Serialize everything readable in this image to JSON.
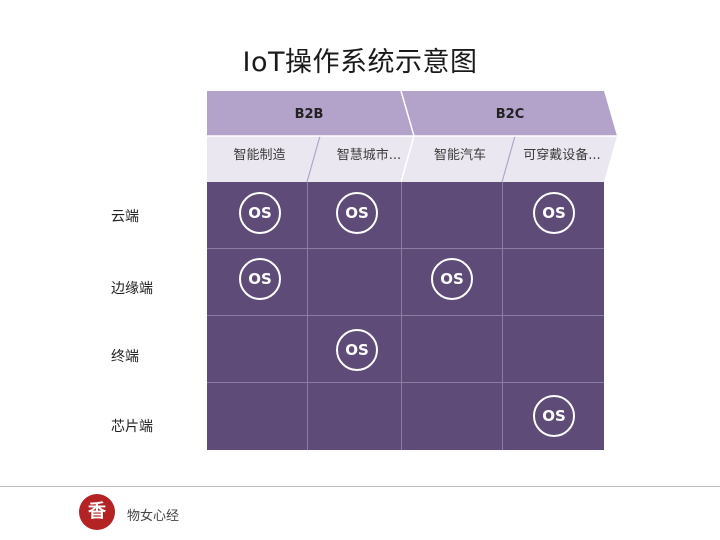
{
  "title": "IoT操作系统示意图",
  "groups": [
    {
      "label": "B2B"
    },
    {
      "label": "B2C"
    }
  ],
  "columns": [
    {
      "label": "智能制造"
    },
    {
      "label": "智慧城市..."
    },
    {
      "label": "智能汽车"
    },
    {
      "label": "可穿戴设备..."
    }
  ],
  "rows": [
    {
      "label": "云端",
      "cells": [
        "OS",
        "OS",
        "",
        "OS"
      ]
    },
    {
      "label": "边缘端",
      "cells": [
        "OS",
        "",
        "OS",
        ""
      ]
    },
    {
      "label": "终端",
      "cells": [
        "",
        "OS",
        "",
        ""
      ]
    },
    {
      "label": "芯片端",
      "cells": [
        "",
        "",
        "",
        "OS"
      ]
    }
  ],
  "footer": {
    "brand": "物女心经",
    "logo_text": "香"
  },
  "colors": {
    "header_bg": "#b3a3ca",
    "subheader_bg": "#ebe7f0",
    "cell_bg": "#5e4b77",
    "logo_bg": "#b42324"
  }
}
